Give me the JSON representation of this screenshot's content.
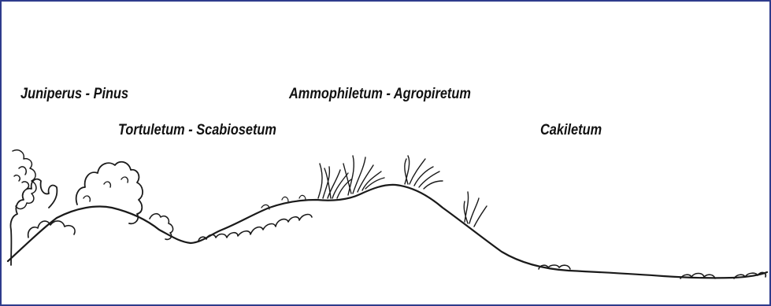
{
  "zones": {
    "juniperus_pinus": "Juniperus - Pinus",
    "tortuletum_scabiosetum": "Tortuletum - Scabiosetum",
    "ammophiletum_agropiretum": "Ammophiletum - Agropiretum",
    "cakiletum": "Cakiletum"
  },
  "colors": {
    "border": "#2e3c8c",
    "ink": "#1a1a1a",
    "background": "#ffffff"
  }
}
